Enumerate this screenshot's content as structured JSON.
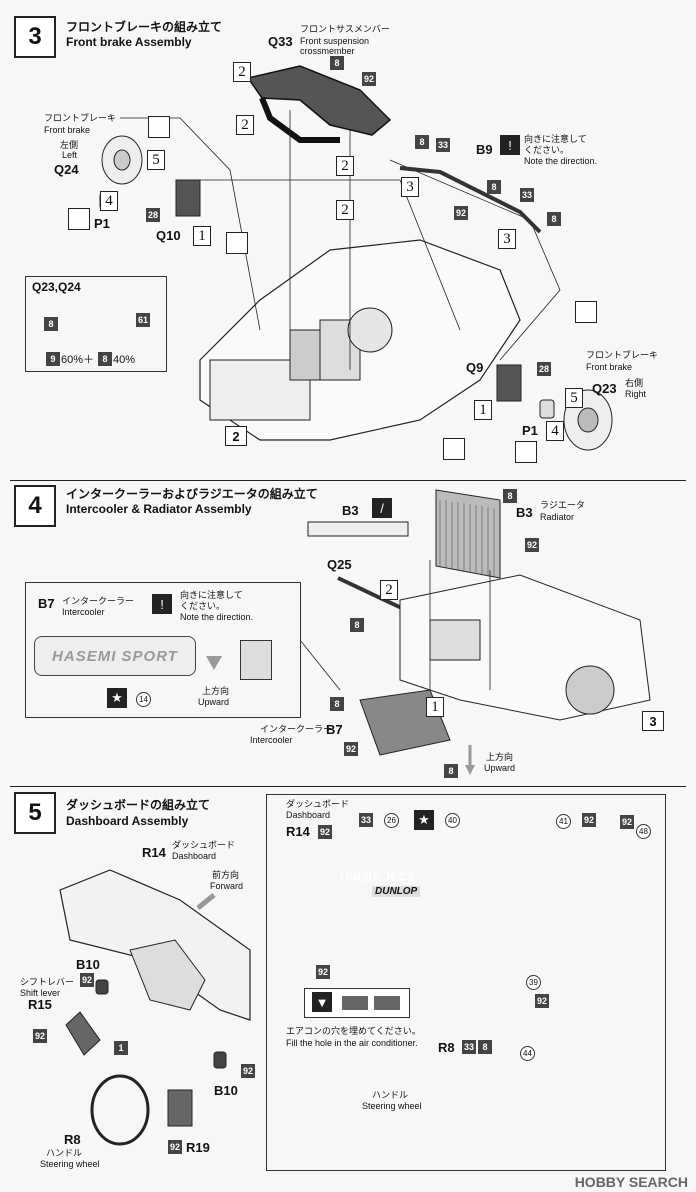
{
  "step3": {
    "num": "3",
    "title_jp": "フロントブレーキの組み立て",
    "title_en": "Front brake Assembly",
    "q33": {
      "code": "Q33",
      "jp": "フロントサスメンバー",
      "en1": "Front suspension",
      "en2": "crossmember"
    },
    "left_brake": {
      "jp": "フロントブレーキ",
      "en": "Front brake",
      "side_jp": "左側",
      "side_en": "Left",
      "code": "Q24"
    },
    "right_brake": {
      "jp": "フロントブレーキ",
      "en": "Front brake",
      "side_jp": "右側",
      "side_en": "Right",
      "code": "Q23"
    },
    "b9": {
      "code": "B9",
      "jp1": "向きに注意して",
      "jp2": "ください。",
      "en": "Note the direction."
    },
    "codes": {
      "p1": "P1",
      "q10": "Q10",
      "q9": "Q9",
      "p1b": "P1"
    },
    "detail": {
      "title": "Q23,Q24",
      "mix_a": "9",
      "mix_a_pct": "60%＋",
      "mix_b": "8",
      "mix_b_pct": "40%"
    },
    "callouts": {
      "b2": "2",
      "b1": "1",
      "b3": "3",
      "b4": "4",
      "b5": "5",
      "n8": "8",
      "n92": "92",
      "n33": "33",
      "n28": "28",
      "n61": "61"
    },
    "bottom_label": "2"
  },
  "step4": {
    "num": "4",
    "title_jp": "インタークーラーおよびラジエータの組み立て",
    "title_en": "Intercooler & Radiator Assembly",
    "radiator": {
      "code": "B3",
      "jp": "ラジエータ",
      "en": "Radiator"
    },
    "b3": "B3",
    "q25": "Q25",
    "b7box": {
      "code": "B7",
      "jp": "インタークーラー",
      "en": "Intercooler",
      "note_jp1": "向きに注意して",
      "note_jp2": "ください。",
      "note_en": "Note the direction.",
      "logo": "HASEMI SPORT",
      "up_jp": "上方向",
      "up_en": "Upward",
      "n14": "14"
    },
    "b7": {
      "code": "B7",
      "jp": "インタークーラー",
      "en": "Intercooler"
    },
    "up2_jp": "上方向",
    "up2_en": "Upward",
    "ref": "3"
  },
  "step5": {
    "num": "5",
    "title_jp": "ダッシュボードの組み立て",
    "title_en": "Dashboard Assembly",
    "r14": {
      "code": "R14",
      "jp": "ダッシュボード",
      "en": "Dashboard"
    },
    "forward_jp": "前方向",
    "forward_en": "Forward",
    "b10": "B10",
    "shift": {
      "jp": "シフトレバー",
      "en": "Shift lever",
      "code": "R15"
    },
    "b10b": "B10",
    "r8": {
      "code": "R8",
      "jp": "ハンドル",
      "en": "Steering wheel"
    },
    "r19": "R19",
    "panel": {
      "jp": "ダッシュボード",
      "en": "Dashboard",
      "code": "R14",
      "decal1": "UNISIA JECS",
      "decal2": "DUNLOP",
      "note_jp": "エアコンの穴を埋めてください。",
      "note_en": "Fill the hole in the air conditioner.",
      "r8": "R8",
      "wheel_jp": "ハンドル",
      "wheel_en": "Steering wheel"
    },
    "nums": {
      "n92": "92",
      "n33": "33",
      "n26": "26",
      "n40": "40",
      "n41": "41",
      "n48": "48",
      "n39": "39",
      "n44": "44",
      "n8": "8",
      "n1": "1"
    }
  },
  "watermark": "HOBBY SEARCH"
}
